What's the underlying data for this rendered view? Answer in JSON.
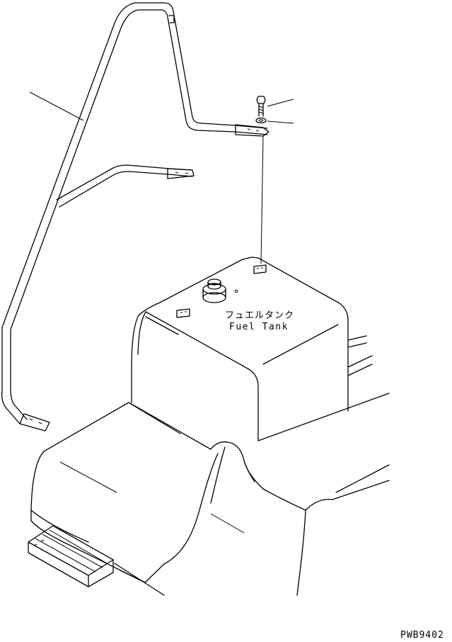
{
  "labels": {
    "part_name_jp": "フュエルタンク",
    "part_name_en": "Fuel Tank",
    "drawing_code": "PWB9402"
  }
}
